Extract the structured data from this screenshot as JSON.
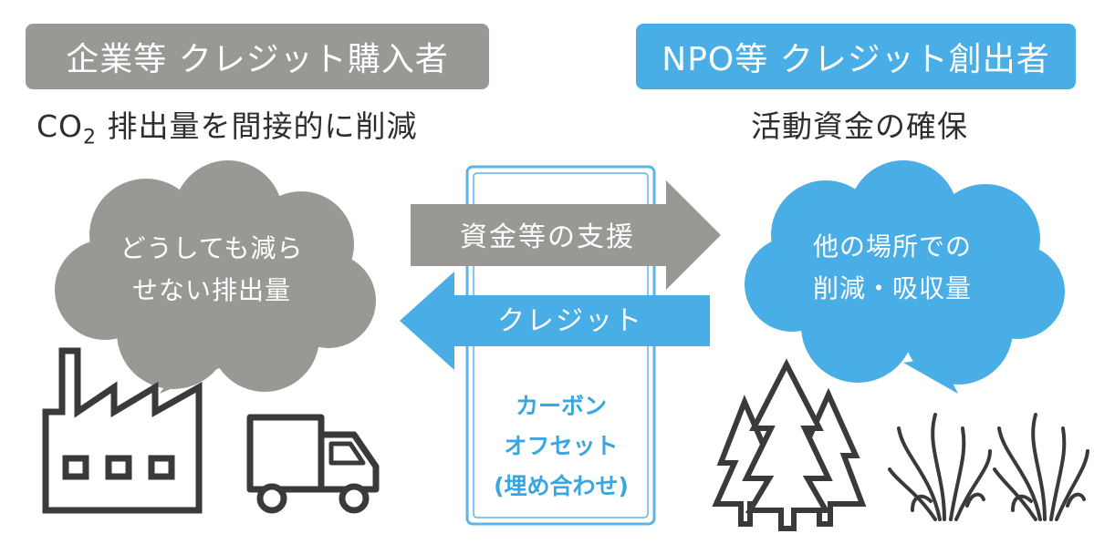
{
  "buyer": {
    "title": "企業等 クレジット購入者",
    "subtitle_prefix": "CO",
    "subtitle_sub": "2",
    "subtitle_rest": " 排出量を間接的に削減",
    "cloud_line1": "どうしても減ら",
    "cloud_line2": "せない排出量"
  },
  "creator": {
    "title": "NPO等 クレジット創出者",
    "subtitle": "活動資金の確保",
    "cloud_line1": "他の場所での",
    "cloud_line2": "削減・吸収量"
  },
  "flows": {
    "support": "資金等の支援",
    "credit": "クレジット"
  },
  "center_box": {
    "line1": "カーボン",
    "line2": "オフセット",
    "line3": "(埋め合わせ)"
  },
  "colors": {
    "gray": "#9a9894",
    "blue": "#4aaee6",
    "box_border": "#5db4e6",
    "icon_stroke": "#3a3a3a"
  },
  "icons": [
    "factory-icon",
    "truck-icon",
    "tree-icon",
    "seaweed-icon"
  ]
}
